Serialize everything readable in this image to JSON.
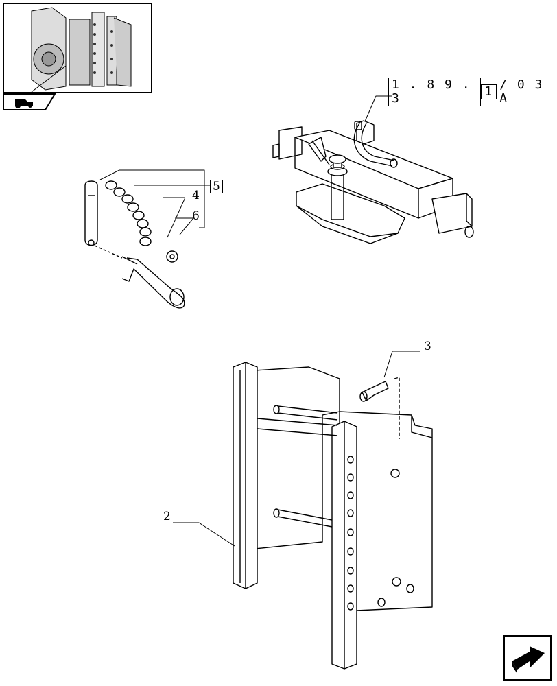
{
  "reference": {
    "part1": "1 . 8 9 . 3",
    "part2": "1",
    "part3": "/ 0 3 A"
  },
  "callouts": {
    "c2": "2",
    "c3": "3",
    "c4": "4",
    "c5": "5",
    "c6": "6"
  },
  "icons": {
    "thumbnail": "tractor-detail-thumbnail",
    "tab": "tractor-icon",
    "nav": "next-page-arrow-icon"
  }
}
